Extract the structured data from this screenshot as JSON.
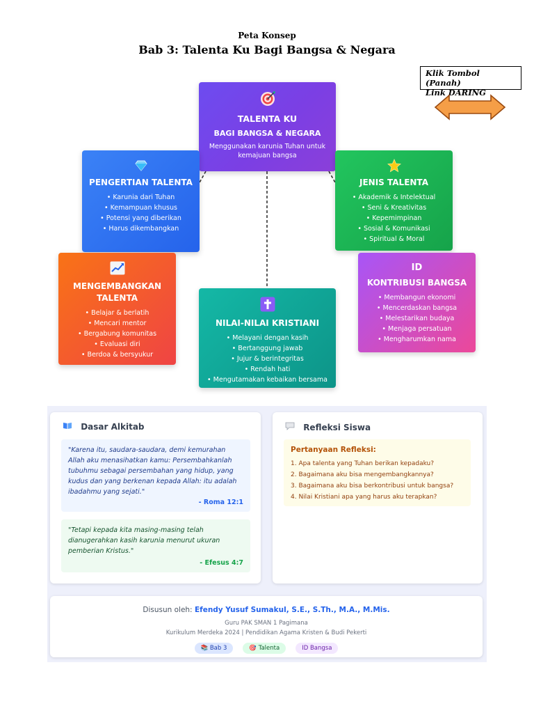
{
  "header": {
    "subtitle": "Peta Konsep",
    "title": "Bab 3: Talenta Ku Bagi Bangsa & Negara"
  },
  "link_box": {
    "line1": "Klik Tombol (Panah)",
    "line2": "Link DARING",
    "arrow_color": "#f59e47"
  },
  "center": {
    "icon": "target-icon",
    "title": "TALENTA KU",
    "subtitle": "BAGI BANGSA & NEGARA",
    "description": "Menggunakan karunia Tuhan untuk kemajuan bangsa"
  },
  "pengertian": {
    "icon": "diamond-icon",
    "title": "PENGERTIAN TALENTA",
    "items": [
      "Karunia dari Tuhan",
      "Kemampuan khusus",
      "Potensi yang diberikan",
      "Harus dikembangkan"
    ]
  },
  "jenis": {
    "icon": "star-icon",
    "title": "JENIS TALENTA",
    "items": [
      "Akademik & Intelektual",
      "Seni & Kreativitas",
      "Kepemimpinan",
      "Sosial & Komunikasi",
      "Spiritual & Moral"
    ]
  },
  "mengembangkan": {
    "icon": "chart-up-icon",
    "title": "MENGEMBANGKAN TALENTA",
    "items": [
      "Belajar & berlatih",
      "Mencari mentor",
      "Bergabung komunitas",
      "Evaluasi diri",
      "Berdoa & bersyukur"
    ]
  },
  "nilai": {
    "icon": "cross-icon",
    "title": "NILAI-NILAI KRISTIANI",
    "items": [
      "Melayani dengan kasih",
      "Bertanggung jawab",
      "Jujur & berintegritas",
      "Rendah hati",
      "Mengutamakan kebaikan bersama"
    ]
  },
  "kontribusi": {
    "tag": "ID",
    "title": "KONTRIBUSI BANGSA",
    "items": [
      "Membangun ekonomi",
      "Mencerdaskan bangsa",
      "Melestarikan budaya",
      "Menjaga persatuan",
      "Mengharumkan nama"
    ]
  },
  "dasar": {
    "icon": "book-icon",
    "heading": "Dasar Alkitab",
    "verse1": "\"Karena itu, saudara-saudara, demi kemurahan Allah aku menasihatkan kamu: Persembahkanlah tubuhmu sebagai persembahan yang hidup, yang kudus dan yang berkenan kepada Allah: itu adalah ibadahmu yang sejati.\"",
    "verse1_ref": "- Roma 12:1",
    "verse2": "\"Tetapi kepada kita masing-masing telah dianugerahkan kasih karunia menurut ukuran pemberian Kristus.\"",
    "verse2_ref": "- Efesus 4:7"
  },
  "refleksi": {
    "icon": "speech-bubble-icon",
    "heading": "Refleksi Siswa",
    "box_title": "Pertanyaan Refleksi:",
    "questions": [
      "1. Apa talenta yang Tuhan berikan kepadaku?",
      "2. Bagaimana aku bisa mengembangkannya?",
      "3. Bagaimana aku bisa berkontribusi untuk bangsa?",
      "4. Nilai Kristiani apa yang harus aku terapkan?"
    ]
  },
  "footer": {
    "prefix": "Disusun oleh:",
    "author": "Efendy Yusuf Sumakul, S.E., S.Th., M.A., M.Mis.",
    "line2": "Guru PAK SMAN 1 Pagimana",
    "line3": "Kurikulum Merdeka 2024 | Pendidikan Agama Kristen & Budi Pekerti",
    "tags": [
      "📚 Bab 3",
      "🎯 Talenta",
      "ID Bangsa"
    ]
  }
}
